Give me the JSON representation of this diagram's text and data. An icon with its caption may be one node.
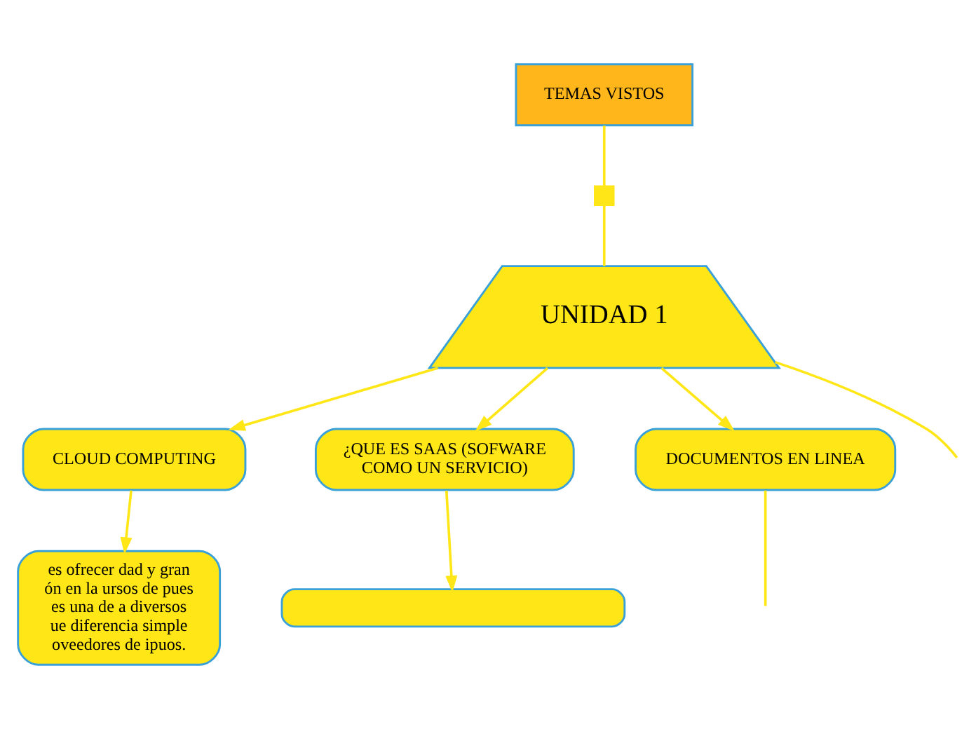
{
  "diagram": {
    "nodes": [
      {
        "text": [
          "TEMAS VISTOS"
        ]
      },
      {
        "text": [],
        "shape": "box"
      },
      {
        "text": [
          "UNIDAD 1"
        ]
      },
      {
        "text": [
          "CLOUD COMPUTING"
        ]
      },
      {
        "text": [
          "es ofrecer dad y gran ón en la ursos de pues es una de a diversos ue diferencia simple oveedores de ipuos."
        ]
      },
      {
        "text": [
          "¿QUE ES SAAS (SOFWARE COMO UN SERVICIO)"
        ]
      },
      {
        "text": [],
        "shape": "box"
      },
      {
        "text": [
          "DOCUMENTOS EN LINEA"
        ]
      }
    ],
    "edges": [
      {
        "from": 0,
        "to": 1,
        "arrow": "none"
      },
      {
        "from": 1,
        "to": 2,
        "arrow": "none"
      },
      {
        "from": 2,
        "to": 3,
        "arrow": "to"
      },
      {
        "from": 3,
        "to": 4,
        "arrow": "to"
      },
      {
        "from": 2,
        "to": 5,
        "arrow": "to"
      },
      {
        "from": 5,
        "to": 6,
        "arrow": "to"
      },
      {
        "from": 2,
        "to": 7,
        "arrow": "to"
      },
      {
        "from": 2,
        "to": null,
        "arrow": "none"
      },
      {
        "from": 7,
        "to": null,
        "arrow": "none"
      }
    ]
  }
}
